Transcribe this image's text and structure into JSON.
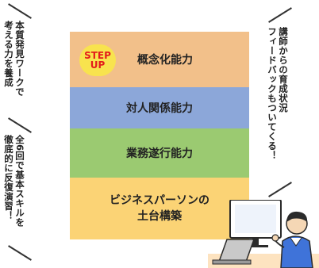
{
  "left_column_1": "本質発見ワークで\n考える力を養成",
  "left_column_2": "全6回で基本スキルを\n徹底的に反復演習！",
  "right_column": "講師からの育成状況\nフィードバックもついてくる！",
  "pyramid": {
    "step_up_line1": "STEP",
    "step_up_line2": "UP",
    "layers": [
      "概念化能力",
      "対人関係能力",
      "業務遂行能力",
      "ビジネスパーソンの\n土台構築"
    ]
  },
  "colors": {
    "layer_1": "#f2c08a",
    "layer_2": "#8ca7d9",
    "layer_3": "#9bca71",
    "layer_4": "#fbd375",
    "step_up_badge": "#f8e34e",
    "step_up_text": "#e31c1c"
  },
  "illustration": "person-at-laptop-icon"
}
